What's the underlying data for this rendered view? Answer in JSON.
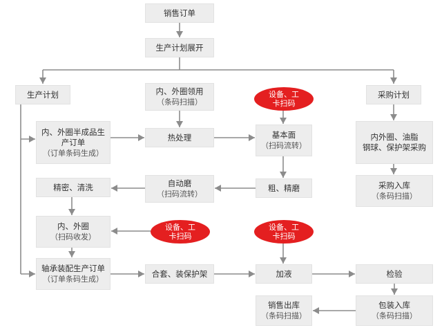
{
  "nodes": {
    "sales_order": {
      "lines": [
        "销售订单"
      ]
    },
    "plan_deploy": {
      "lines": [
        "生产计划展开"
      ]
    },
    "prod_plan": {
      "lines": [
        "生产计划"
      ]
    },
    "ring_collect": {
      "lines": [
        "内、外圈领用"
      ],
      "sub": "（条码扫描）"
    },
    "purchase_plan": {
      "lines": [
        "采购计划"
      ]
    },
    "semi_order": {
      "lines": [
        "内、外圈半成品生",
        "产订单"
      ],
      "sub": "（订单条码生成）"
    },
    "heat_treat": {
      "lines": [
        "热处理"
      ]
    },
    "base_face": {
      "lines": [
        "基本面"
      ],
      "sub": "（扫码流转）"
    },
    "purchase_items": {
      "lines": [
        "内外圈、油脂",
        "钢球、保护架采购"
      ]
    },
    "precision_wash": {
      "lines": [
        "精密、清洗"
      ]
    },
    "auto_grind": {
      "lines": [
        "自动磨"
      ],
      "sub": "（扫码流转）"
    },
    "rough_fine": {
      "lines": [
        "粗、精磨"
      ]
    },
    "purchase_stock": {
      "lines": [
        "采购入库"
      ],
      "sub": "（条码扫描）"
    },
    "ring_recv": {
      "lines": [
        "内、外圈"
      ],
      "sub": "（扫码收发）"
    },
    "assembly_order": {
      "lines": [
        "轴承装配生产订单"
      ],
      "sub": "（订单条码生成）"
    },
    "match_cage": {
      "lines": [
        "合套、装保护架"
      ]
    },
    "oiling": {
      "lines": [
        "加液"
      ]
    },
    "inspect": {
      "lines": [
        "检验"
      ]
    },
    "sales_out": {
      "lines": [
        "销售出库"
      ],
      "sub": "（条码扫描）"
    },
    "pack_stock": {
      "lines": [
        "包装入库"
      ],
      "sub": "（条码扫描）"
    }
  },
  "badges": {
    "badge1": {
      "lines": [
        "设备、工",
        "卡扫码"
      ]
    },
    "badge2": {
      "lines": [
        "设备、工",
        "卡扫码"
      ]
    },
    "badge3": {
      "lines": [
        "设备、工",
        "卡扫码"
      ]
    }
  },
  "colors": {
    "node_fill": "#ededed",
    "badge_fill": "#e41f20",
    "edge": "#8c8c8c"
  }
}
